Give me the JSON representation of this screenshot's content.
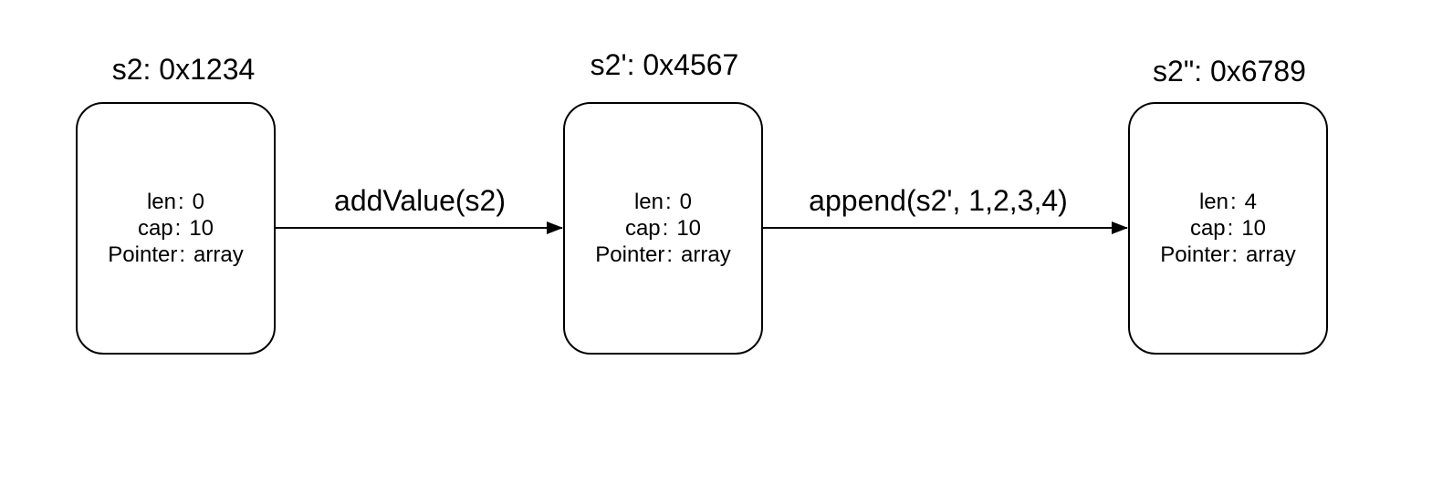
{
  "diagram": {
    "background_color": "#ffffff",
    "stroke_color": "#000000",
    "text_color": "#000000",
    "separator": ":",
    "nodes": [
      {
        "title": "s2: 0x1234",
        "fields": [
          {
            "label": "len",
            "value": "0"
          },
          {
            "label": "cap",
            "value": "10"
          },
          {
            "label": "Pointer",
            "value": "array"
          }
        ]
      },
      {
        "title": "s2': 0x4567",
        "fields": [
          {
            "label": "len",
            "value": "0"
          },
          {
            "label": "cap",
            "value": "10"
          },
          {
            "label": "Pointer",
            "value": "array"
          }
        ]
      },
      {
        "title": "s2\": 0x6789",
        "fields": [
          {
            "label": "len",
            "value": "4"
          },
          {
            "label": "cap",
            "value": "10"
          },
          {
            "label": "Pointer",
            "value": "array"
          }
        ]
      }
    ],
    "edges": [
      {
        "label": "addValue(s2)",
        "from": "s2: 0x1234",
        "to": "s2': 0x4567"
      },
      {
        "label": "append(s2', 1,2,3,4)",
        "from": "s2': 0x4567",
        "to": "s2\": 0x6789"
      }
    ]
  }
}
